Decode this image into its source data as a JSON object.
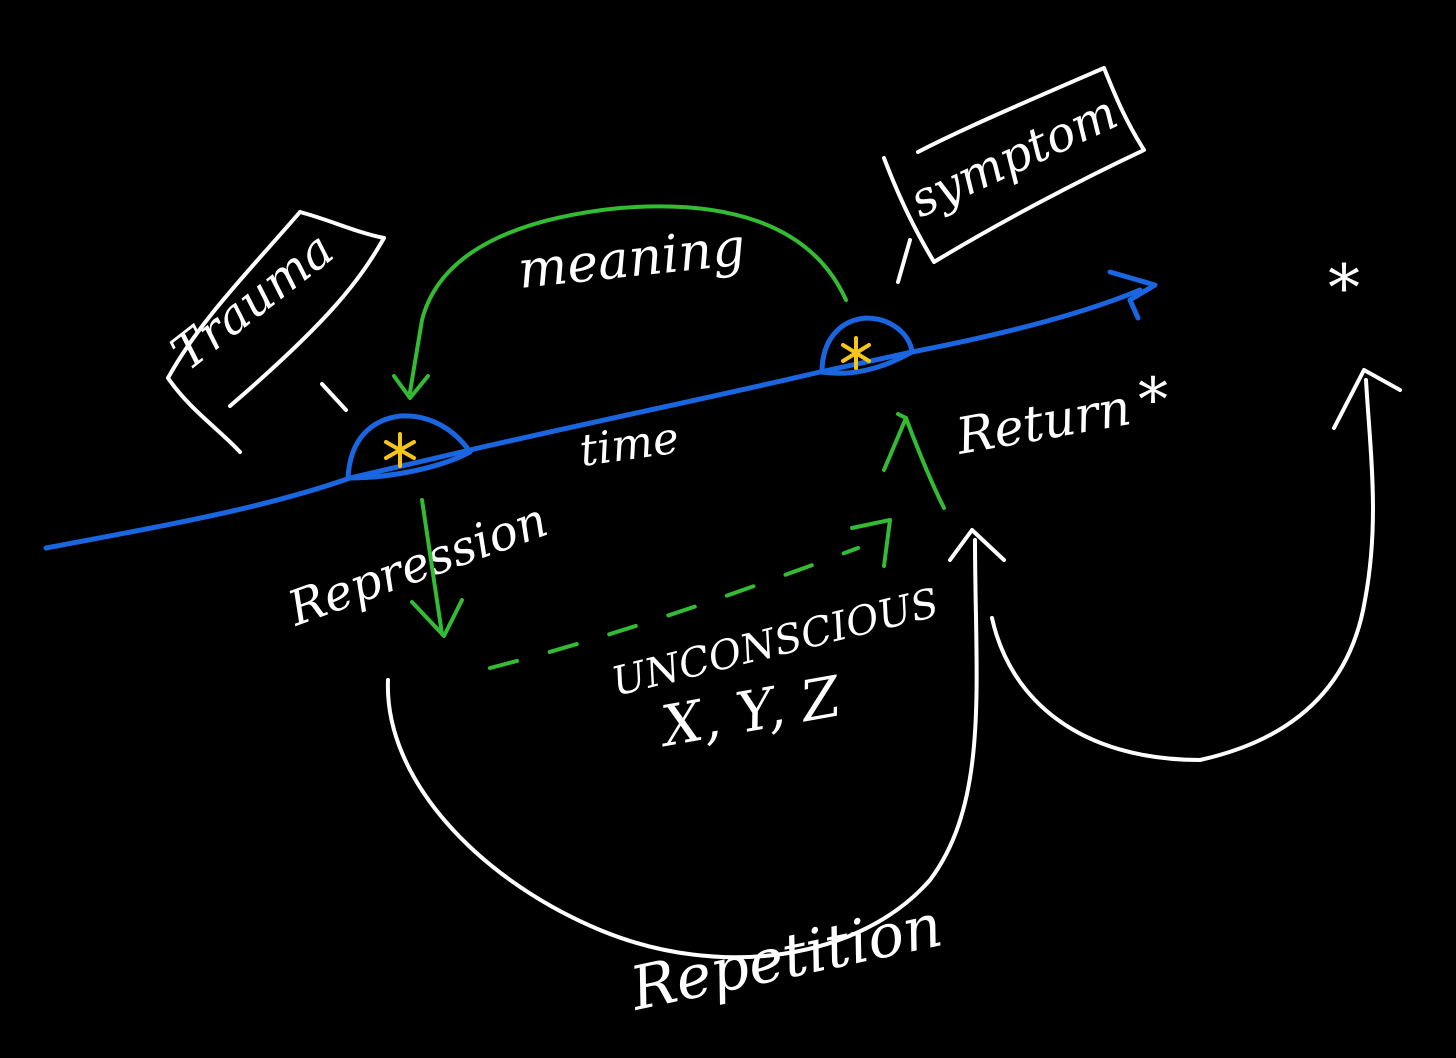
{
  "labels": {
    "trauma": "Trauma",
    "symptom": "symptom",
    "meaning": "meaning",
    "time": "time",
    "repression": "Repression",
    "return": "Return",
    "unconscious": "UNCONSCIOUS",
    "xyz": "X, Y, Z",
    "repetition": "Repetition",
    "asterisk": "*"
  },
  "colors": {
    "background": "#000000",
    "ink": "#ffffff",
    "timeline": "#1a66e0",
    "flow": "#33bb33",
    "event_mark": "#f5c518"
  }
}
